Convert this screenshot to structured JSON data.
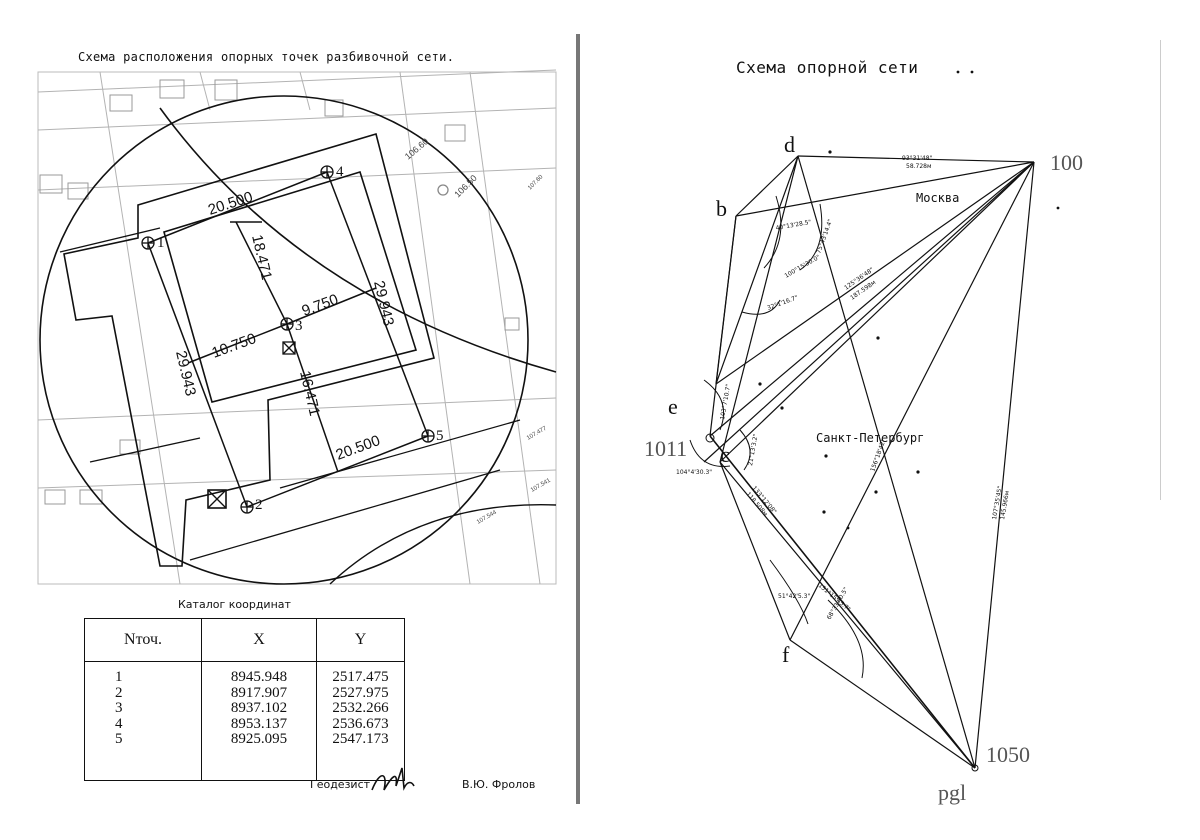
{
  "left_sheet": {
    "title": "Схема расположения опорных точек разбивочной сети.",
    "plan": {
      "points": [
        {
          "id": "1"
        },
        {
          "id": "2"
        },
        {
          "id": "3"
        },
        {
          "id": "4"
        },
        {
          "id": "5"
        }
      ],
      "dimensions": [
        "20.500",
        "18.471",
        "9.750",
        "29.943",
        "10.750",
        "29.943",
        "16.471",
        "20.500"
      ],
      "map_marks": [
        "106.60",
        "106.50",
        "107.60",
        "107.477",
        "107.541",
        "107.544"
      ]
    },
    "catalog": {
      "title": "Каталог координат",
      "columns": [
        "Nточ.",
        "X",
        "Y"
      ],
      "rows": [
        {
          "n": "1",
          "x": "8945.948",
          "y": "2517.475"
        },
        {
          "n": "2",
          "x": "8917.907",
          "y": "2527.975"
        },
        {
          "n": "3",
          "x": "8937.102",
          "y": "2532.266"
        },
        {
          "n": "4",
          "x": "8953.137",
          "y": "2536.673"
        },
        {
          "n": "5",
          "x": "8925.095",
          "y": "2547.173"
        }
      ]
    },
    "signature": {
      "role": "Геодезист",
      "name": "В.Ю. Фролов"
    }
  },
  "right_sheet": {
    "title": "Схема опорной сети",
    "nodes": {
      "d": "d",
      "b": "b",
      "e": "e",
      "c": "c",
      "f": "f",
      "n100": "100",
      "n1011": "1011",
      "n1050": "1050",
      "pgl": "pgl"
    },
    "cities": [
      "Москва",
      "Санкт-Петербург"
    ],
    "edge_labels": [
      "93°31'48\"",
      "58.728м",
      "125°36'48\"",
      "187.598м",
      "107°35'45\"",
      "145.966м",
      "133°12'08\"",
      "118.508м",
      "104°4'30.3\"",
      "156°18'42\""
    ],
    "angle_labels": [
      "40°13'28.5\"",
      "100°15'30.0\"",
      "75°43'14.4\"",
      "32°1'16.7\"",
      "103°7'10.7\"",
      "21°13'3.2\"",
      "104°4'30.3\"",
      "51°42'5.3\"",
      "151°15'45.7\"",
      "68°33'40.5\""
    ]
  },
  "colors": {
    "ink": "#111111",
    "faint": "#9a9a9a",
    "divider": "#777777",
    "paper": "#ffffff"
  }
}
